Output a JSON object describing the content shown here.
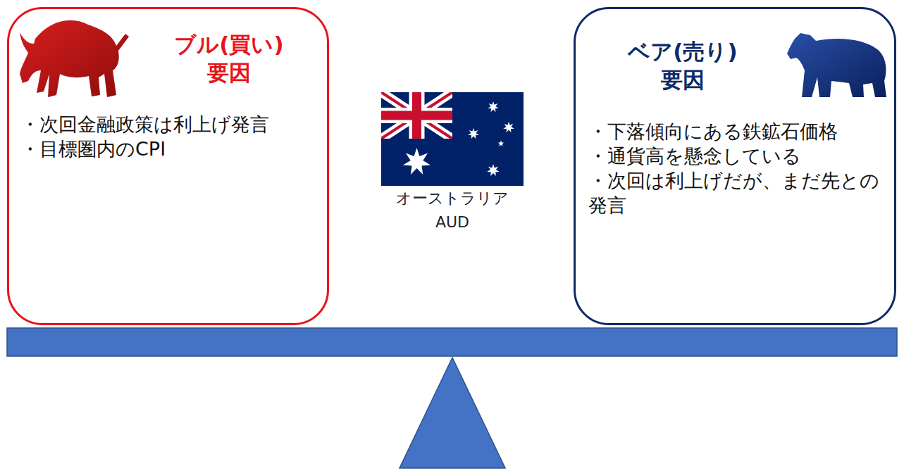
{
  "diagram": {
    "nodes": [
      {
        "text": [
          "ブル(買い) 要因",
          "・次回金融政策は利上げ発言",
          "・目標圏内のCPI"
        ]
      },
      {
        "text": [
          "ベア(売り) 要因",
          "・下落傾向にある鉄鉱石価格",
          "・通貨高を懸念している",
          "・次回は利上げだが、まだ先との発言"
        ]
      }
    ],
    "labels": [
      "オーストラリア",
      "AUD"
    ]
  }
}
